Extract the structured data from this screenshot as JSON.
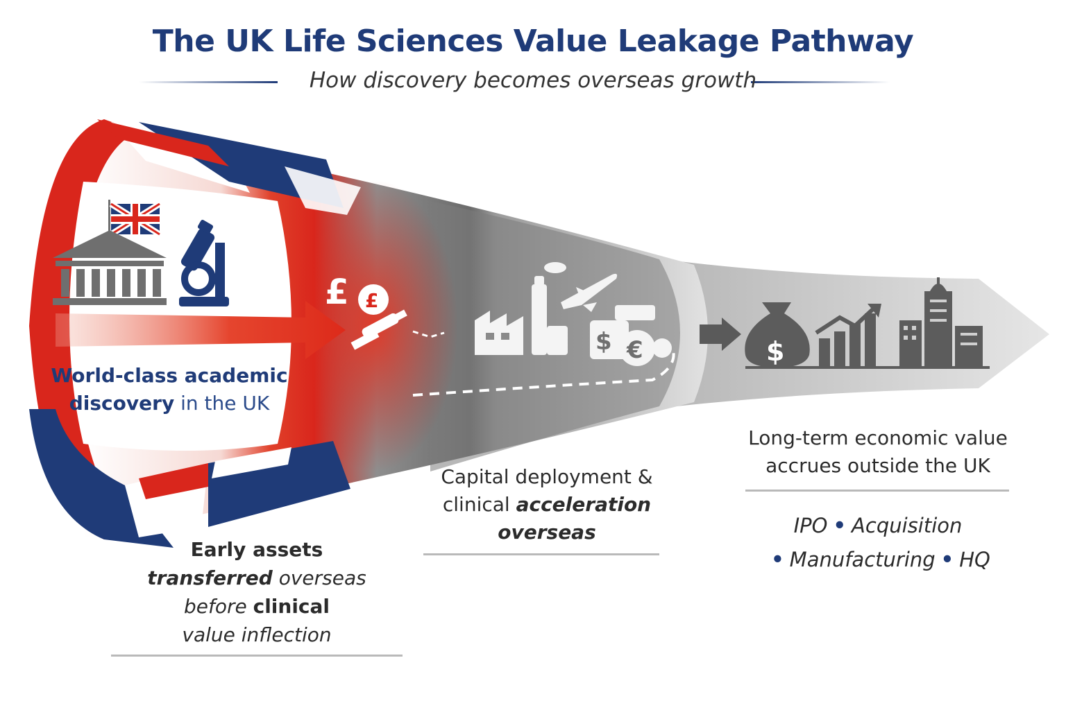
{
  "header": {
    "title": "The UK Life Sciences Value Leakage Pathway",
    "subtitle": "How discovery becomes overseas growth"
  },
  "stages": {
    "discovery": {
      "line1": "World-class academic",
      "line2_bold": "discovery",
      "line2_rest": " in the UK"
    },
    "transfer": {
      "l1": "Early assets",
      "l2_bold": "transferred",
      "l2_rest": " overseas",
      "l3_pre": "before ",
      "l3_bold": "clinical",
      "l4": "value inflection"
    },
    "acceleration": {
      "l1": "Capital deployment &",
      "l2_pre": "clinical ",
      "l2_bold": "acceleration",
      "l3_bold": "overseas"
    },
    "accrual": {
      "l1": "Long-term economic value",
      "l2": "accrues outside the UK",
      "outcomes": [
        "IPO",
        "Acquisition",
        "Manufacturing",
        "HQ"
      ]
    }
  },
  "icons": {
    "stage1": [
      "union-jack-flag-icon",
      "university-building-icon",
      "microscope-icon"
    ],
    "stage2": [
      "pound-icon",
      "pound-coin-icon",
      "satellite-icon"
    ],
    "stage3": [
      "factory-icon",
      "airplane-icon",
      "dollar-euro-cash-icon"
    ],
    "stage4": [
      "money-bag-icon",
      "growth-chart-icon",
      "skyline-icon"
    ]
  },
  "colors": {
    "uk_blue": "#1f3b78",
    "uk_red": "#d9261c",
    "grey": "#6f6f6f",
    "light_grey": "#cfcfcf"
  }
}
